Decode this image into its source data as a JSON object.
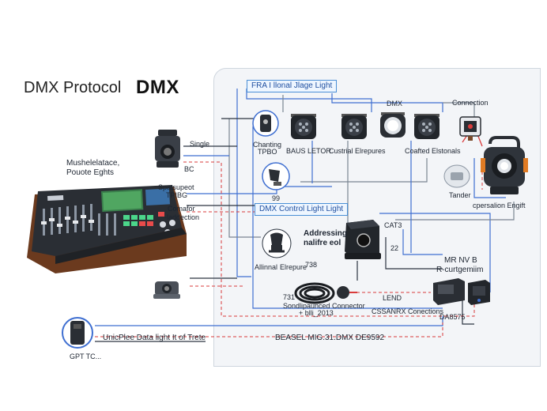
{
  "title": {
    "light": "DMX Protocol",
    "bold": "DMX"
  },
  "boxes": {
    "top": "FRA I llonal Jlage Light",
    "middle": "DMX Control Light Light"
  },
  "labels": {
    "dmx_top": "DMX",
    "connection": "Connection",
    "single": "Single",
    "bc": "BC",
    "chanting_1": "Chanting",
    "chanting_2": "TPBO",
    "baus": "BAUS LETOR",
    "custrial": "Custrial Elrepures",
    "coafted": "Coafted Elstonals",
    "console_1": "Mushelelatace,",
    "console_2": "Pouote Eghts",
    "spatsupeot_1": "Spatsupeot",
    "spatsupeot_2": "TPIBG",
    "comafor_1": "Comafor",
    "comafor_2": "-laddection",
    "n99": "99",
    "tander": "Tander",
    "cpersalion": "cpersalion Engift",
    "addressing_1": "Addressing",
    "addressing_2": "nalifre eol",
    "cat3": "CAT3",
    "n22": "22",
    "allinnal_1": "Allinnal",
    "allinnal_2": "Elrepure",
    "n738": "738",
    "mrnv": "MR NV B",
    "rcurtgemiim": "R-curtgemiim",
    "n731": "731",
    "lend": "LEND",
    "sond_1": "Sondlipaunced Connector",
    "sond_2": "+ blli_2013",
    "cssanrx": "CSSANRX Conections",
    "da": "DA8575",
    "unicplee": "UnicPlee Data light It of Trete",
    "beasel": "BEASEL MIG.31.DMX DE9592",
    "gpt": "GPT TC..."
  },
  "icons": [
    "mixing-console",
    "spotlight",
    "moving-head",
    "par-can",
    "power-supply",
    "splitter",
    "cable-coil",
    "remote-transmitter",
    "dmx-controller-box",
    "pipe-clamp",
    "small-camera"
  ],
  "colors": {
    "blue_wire": "#3f6fd1",
    "red_dashed": "#d93b3b",
    "grey_wire": "#7a8592",
    "dark_wire": "#2c3440",
    "panel": "#f3f5f8",
    "accent_box": "#4a8fd6"
  }
}
